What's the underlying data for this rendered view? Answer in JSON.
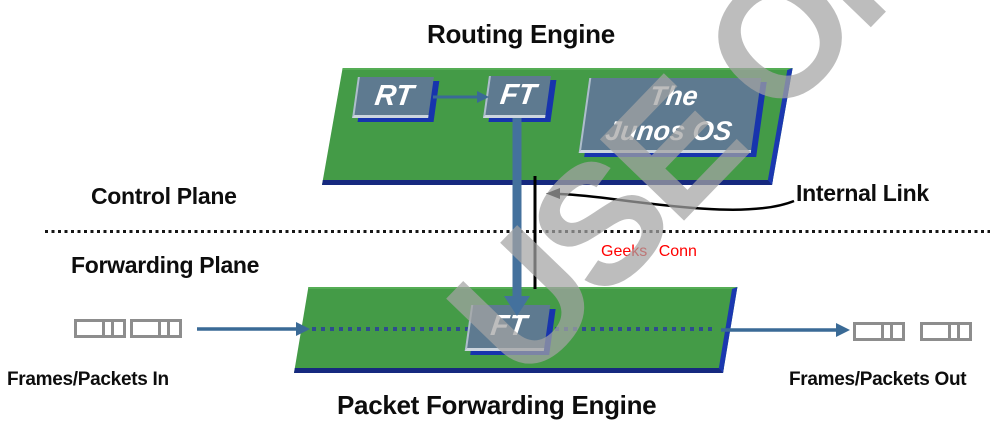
{
  "titles": {
    "routing_engine": "Routing Engine",
    "packet_forwarding_engine": "Packet Forwarding Engine"
  },
  "planes": {
    "control_label": "Control Plane",
    "forwarding_label": "Forwarding Plane"
  },
  "routing_engine": {
    "rt_box": "RT",
    "ft_box": "FT",
    "junos_line1": "The",
    "junos_line2": "Junos OS"
  },
  "forwarding_engine": {
    "ft_box": "FT"
  },
  "annotations": {
    "internal_link": "Internal Link",
    "frames_in": "Frames/Packets In",
    "frames_out": "Frames/Packets Out",
    "credit": "Geeks Conn",
    "watermark": "USE ONLY"
  },
  "colors": {
    "plane_green": "#449b47",
    "plane_border_navy": "#1b38b0",
    "node_slate": "#5e7a90",
    "node_shadow_navy": "#1734ad",
    "arrow_steel_blue": "#3a6a96",
    "flow_dots_navy": "#2e4d8e",
    "separator_black": "#161616",
    "credit_red": "#ff0000",
    "watermark_gray": "#a4a4a4",
    "packet_icon_gray": "#8d8d8d"
  }
}
